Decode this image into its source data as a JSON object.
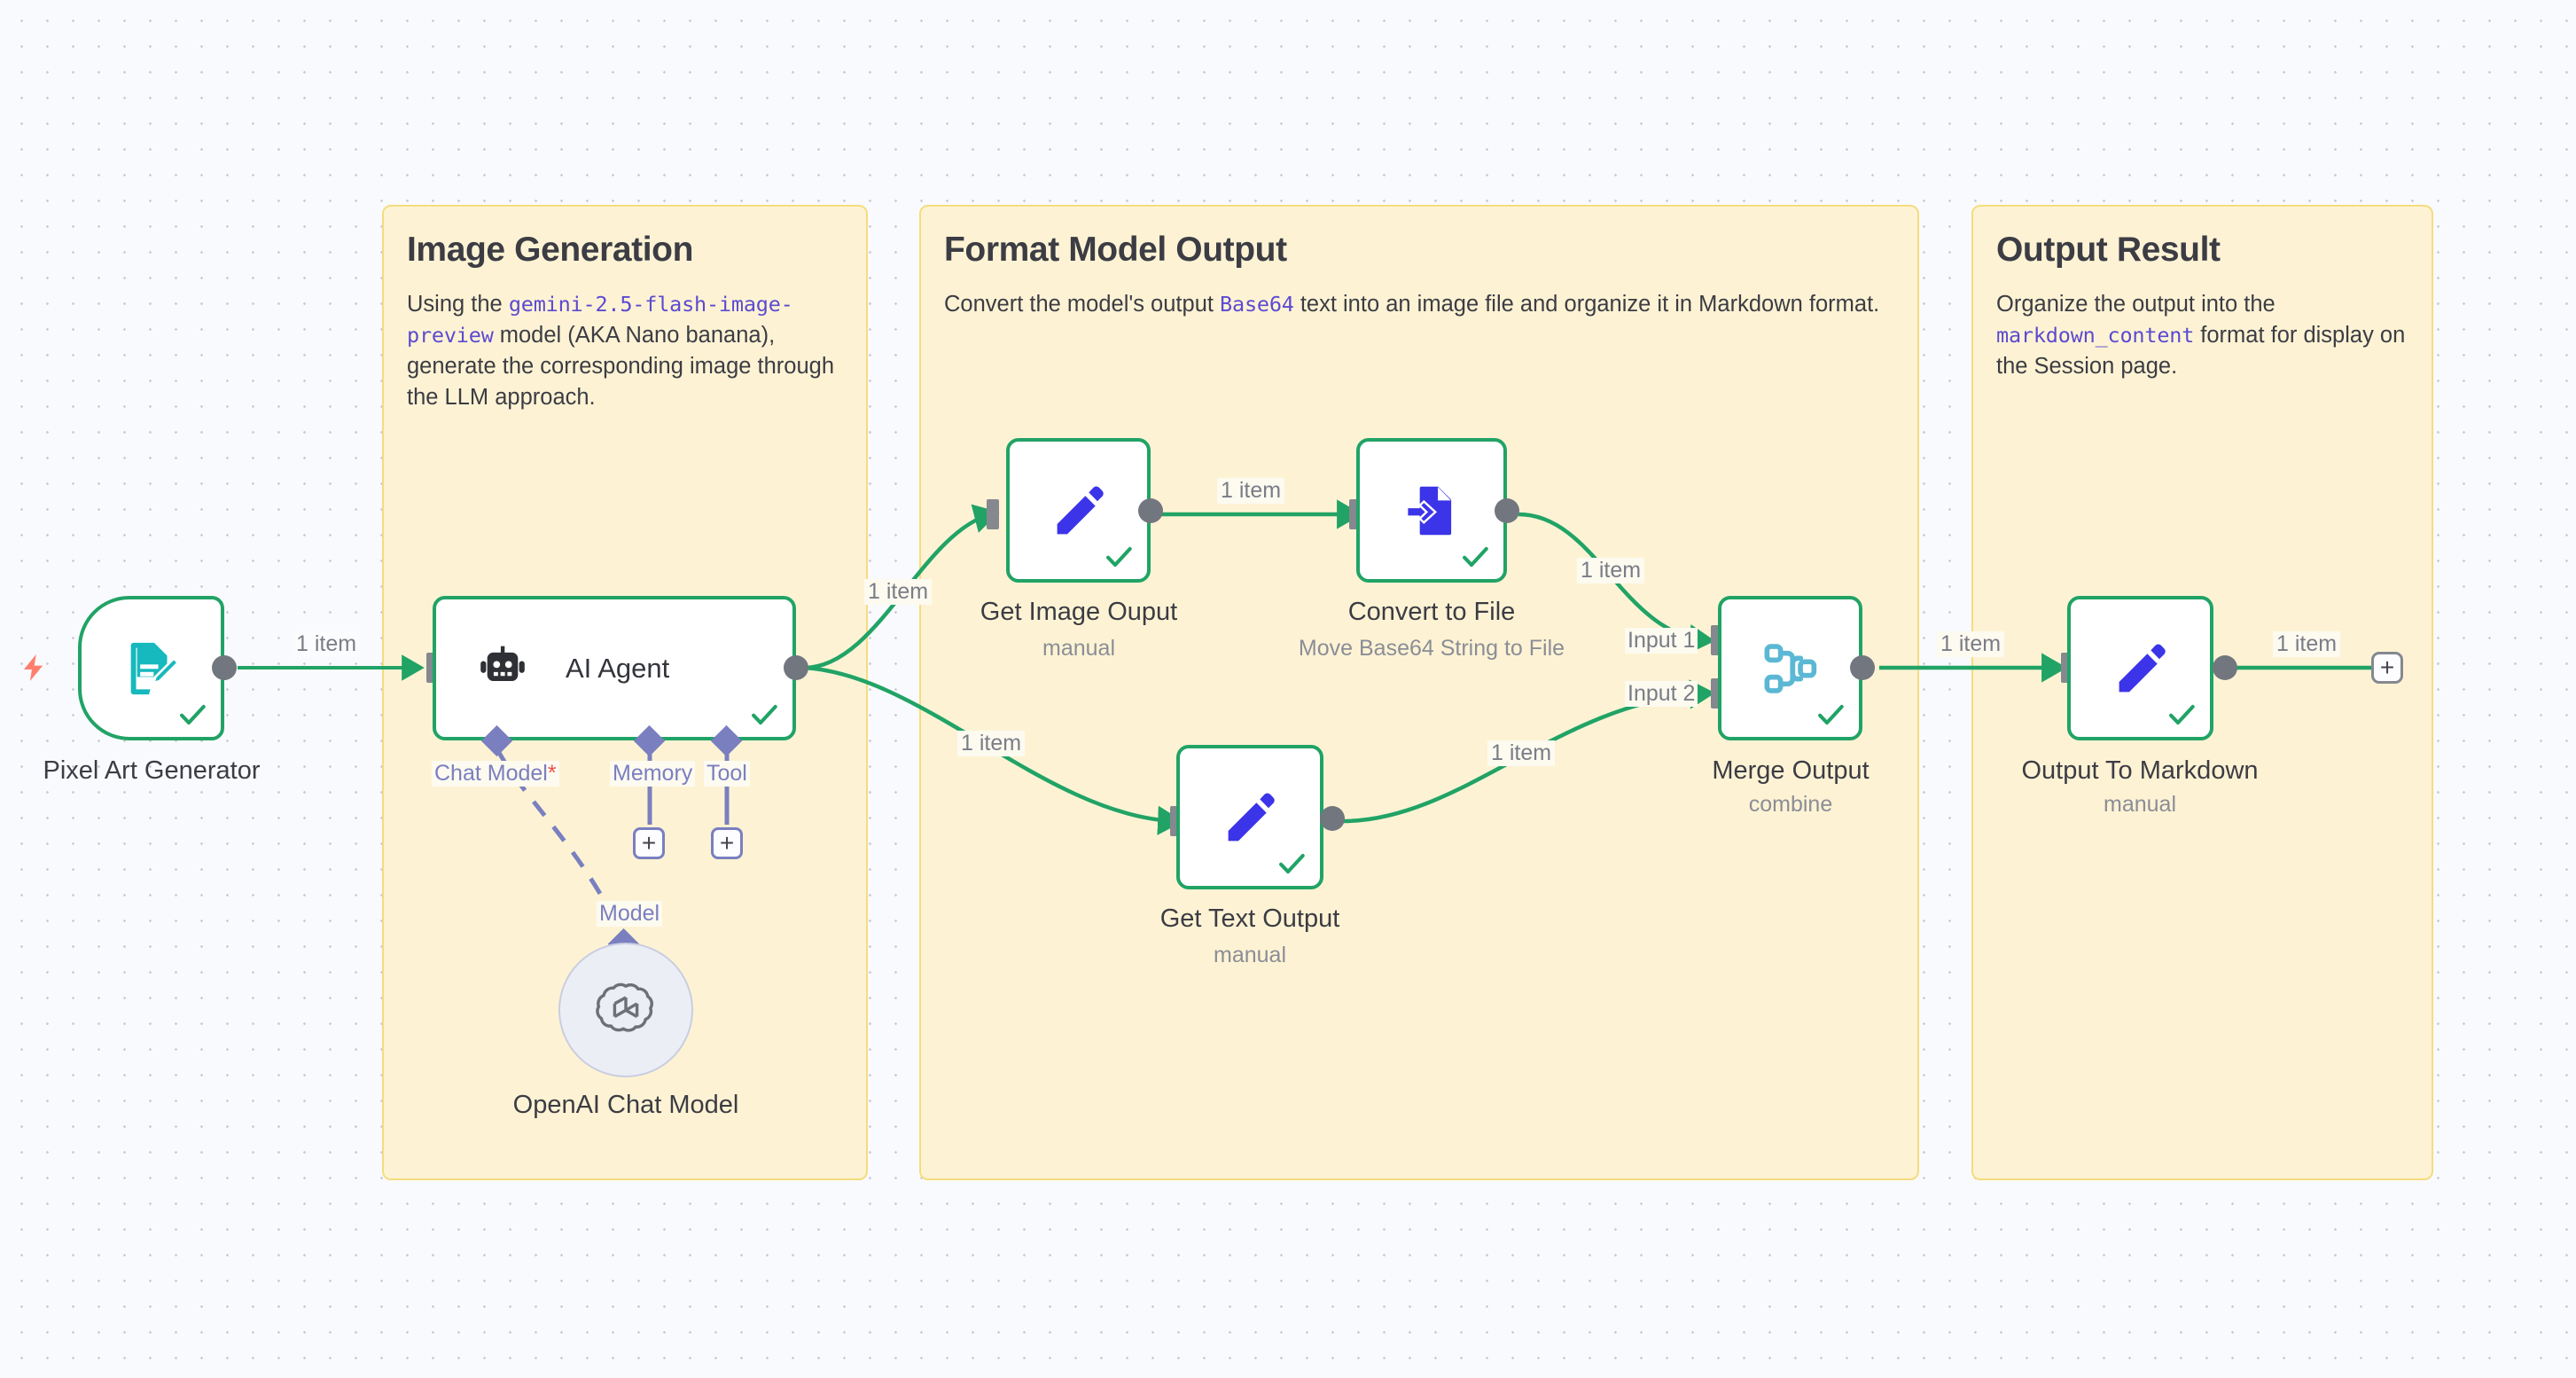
{
  "canvas": {
    "background_color": "#f9fafd",
    "grid_dot_color": "#c9ccd6",
    "accent_green": "#21a366",
    "accent_purple": "#7a7fc0",
    "sticky_fill": "#fdf3d4",
    "sticky_border": "#f5dc7e",
    "trigger_bolt_color": "#ff7f6e"
  },
  "sticky_notes": [
    {
      "id": "image-generation",
      "title": "Image Generation",
      "body_parts": [
        {
          "type": "text",
          "value": "Using the "
        },
        {
          "type": "code",
          "value": "gemini-2.5-flash-image-preview"
        },
        {
          "type": "text",
          "value": " model (AKA Nano banana), generate the corresponding image through the LLM approach."
        }
      ]
    },
    {
      "id": "format-model-output",
      "title": "Format Model Output",
      "body_parts": [
        {
          "type": "text",
          "value": "Convert the model's output "
        },
        {
          "type": "code",
          "value": "Base64"
        },
        {
          "type": "text",
          "value": " text into an image file and organize it in Markdown format."
        }
      ]
    },
    {
      "id": "output-result",
      "title": "Output Result",
      "body_parts": [
        {
          "type": "text",
          "value": "Organize the output into the "
        },
        {
          "type": "code",
          "value": "markdown_content"
        },
        {
          "type": "text",
          "value": " format for display on the Session page."
        }
      ]
    }
  ],
  "nodes": [
    {
      "id": "pixel-art-generator",
      "label": "Pixel Art Generator",
      "sublabel": "",
      "icon": "form-edit-icon",
      "status": "success"
    },
    {
      "id": "ai-agent",
      "label": "AI Agent",
      "inner_title": "AI Agent",
      "sublabel": "",
      "icon": "robot-icon",
      "status": "success"
    },
    {
      "id": "openai-chat-model",
      "label": "OpenAI Chat Model",
      "sublabel": "",
      "icon": "openai-icon",
      "status": "idle"
    },
    {
      "id": "get-image-ouput",
      "label": "Get Image Ouput",
      "sublabel": "manual",
      "icon": "pencil-icon",
      "status": "success"
    },
    {
      "id": "convert-to-file",
      "label": "Convert to File",
      "sublabel": "Move Base64 String to File",
      "icon": "file-import-icon",
      "status": "success"
    },
    {
      "id": "get-text-output",
      "label": "Get Text Output",
      "sublabel": "manual",
      "icon": "pencil-icon",
      "status": "success"
    },
    {
      "id": "merge-output",
      "label": "Merge Output",
      "sublabel": "combine",
      "icon": "merge-icon",
      "status": "success"
    },
    {
      "id": "output-to-markdown",
      "label": "Output To Markdown",
      "sublabel": "manual",
      "icon": "pencil-icon",
      "status": "success"
    }
  ],
  "edge_labels": {
    "trigger_to_agent": "1 item",
    "agent_to_image": "1 item",
    "agent_to_text": "1 item",
    "image_to_convert": "1 item",
    "convert_to_merge": "1 item",
    "text_to_merge": "1 item",
    "merge_to_markdown": "1 item",
    "markdown_to_plus": "1 item"
  },
  "port_labels": {
    "merge_input_1": "Input 1",
    "merge_input_2": "Input 2"
  },
  "ai_connectors": [
    {
      "id": "chat-model",
      "label": "Chat Model",
      "required_marker": "*",
      "has_plus": false
    },
    {
      "id": "memory",
      "label": "Memory",
      "required_marker": "",
      "has_plus": true
    },
    {
      "id": "tool",
      "label": "Tool",
      "required_marker": "",
      "has_plus": true
    }
  ],
  "sub_edge_label": "Model",
  "add_node_button": "+"
}
